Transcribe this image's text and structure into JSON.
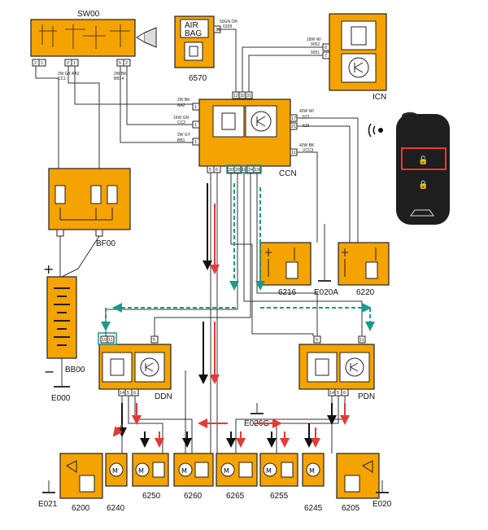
{
  "modules": {
    "sw00": "SW00",
    "airbag_text1": "AIR",
    "airbag_text2": "BAG",
    "m6570": "6570",
    "icn": "ICN",
    "ccn": "CCN",
    "bf00": "BF00",
    "bb00": "BB00",
    "e000": "E000",
    "ddn": "DDN",
    "pdn": "PDN",
    "e026g": "E026G",
    "e020a": "E020A",
    "m6216": "6216",
    "m6220": "6220",
    "e021": "E021",
    "m6200": "6200",
    "m6240": "6240",
    "m6250": "6250",
    "m6260": "6260",
    "m6265": "6265",
    "m6255": "6255",
    "m6245": "6245",
    "m6205": "6205",
    "e020": "E020"
  },
  "wire_labels": {
    "sw00_cc1": "2W GY\nCC1",
    "sw00_aa2": "AA2",
    "sw00_bb14": "2W BK\nBB14",
    "airbag_50gn": "50GN OR",
    "airbag_6328": "6328",
    "icn_18w": "18W WI",
    "icn_9052": "9052",
    "icn_9051": "9051",
    "ccn_aa2": "2W BK\nAA2",
    "ccn_cc2": "16W GN\nCC2",
    "ccn_bb1": "2W GY\nBB1",
    "ccn_622": "40W WI\n622",
    "ccn_629": "629",
    "ccn_vcc3": "40W BK\nVCC3"
  },
  "colors": {
    "module_fill": "#f4a300",
    "arrow_red": "#e53935",
    "arrow_green": "#1a9b8a",
    "highlight_box": "#1a9b8a",
    "key_highlight": "#e53935"
  }
}
